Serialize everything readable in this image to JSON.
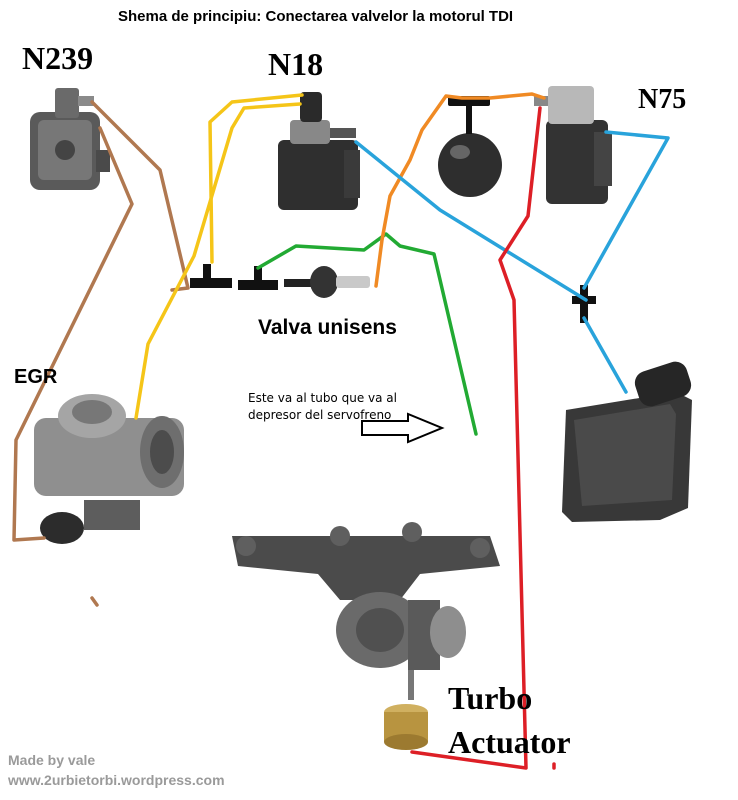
{
  "title": "Shema de principiu: Conectarea valvelor la motorul TDI",
  "labels": {
    "n239": "N239",
    "n18": "N18",
    "n75": "N75",
    "egr": "EGR",
    "valva_unisens": "Valva unisens",
    "turbo_line1": "Turbo",
    "turbo_line2": "Actuator"
  },
  "note": "Este va al tubo que va al depresor del servofreno",
  "credit": {
    "line1": "Made by vale",
    "line2": "www.2urbietorbi.wordpress.com"
  },
  "colors": {
    "brown": "#b07850",
    "yellow": "#f5c518",
    "green": "#22aa33",
    "orange": "#f08a24",
    "blue": "#29a3db",
    "red": "#dd1f26",
    "metal_dark": "#3a3a3a",
    "metal_mid": "#6d6d6d",
    "metal_light": "#a8a8a8",
    "brass": "#b89440"
  }
}
